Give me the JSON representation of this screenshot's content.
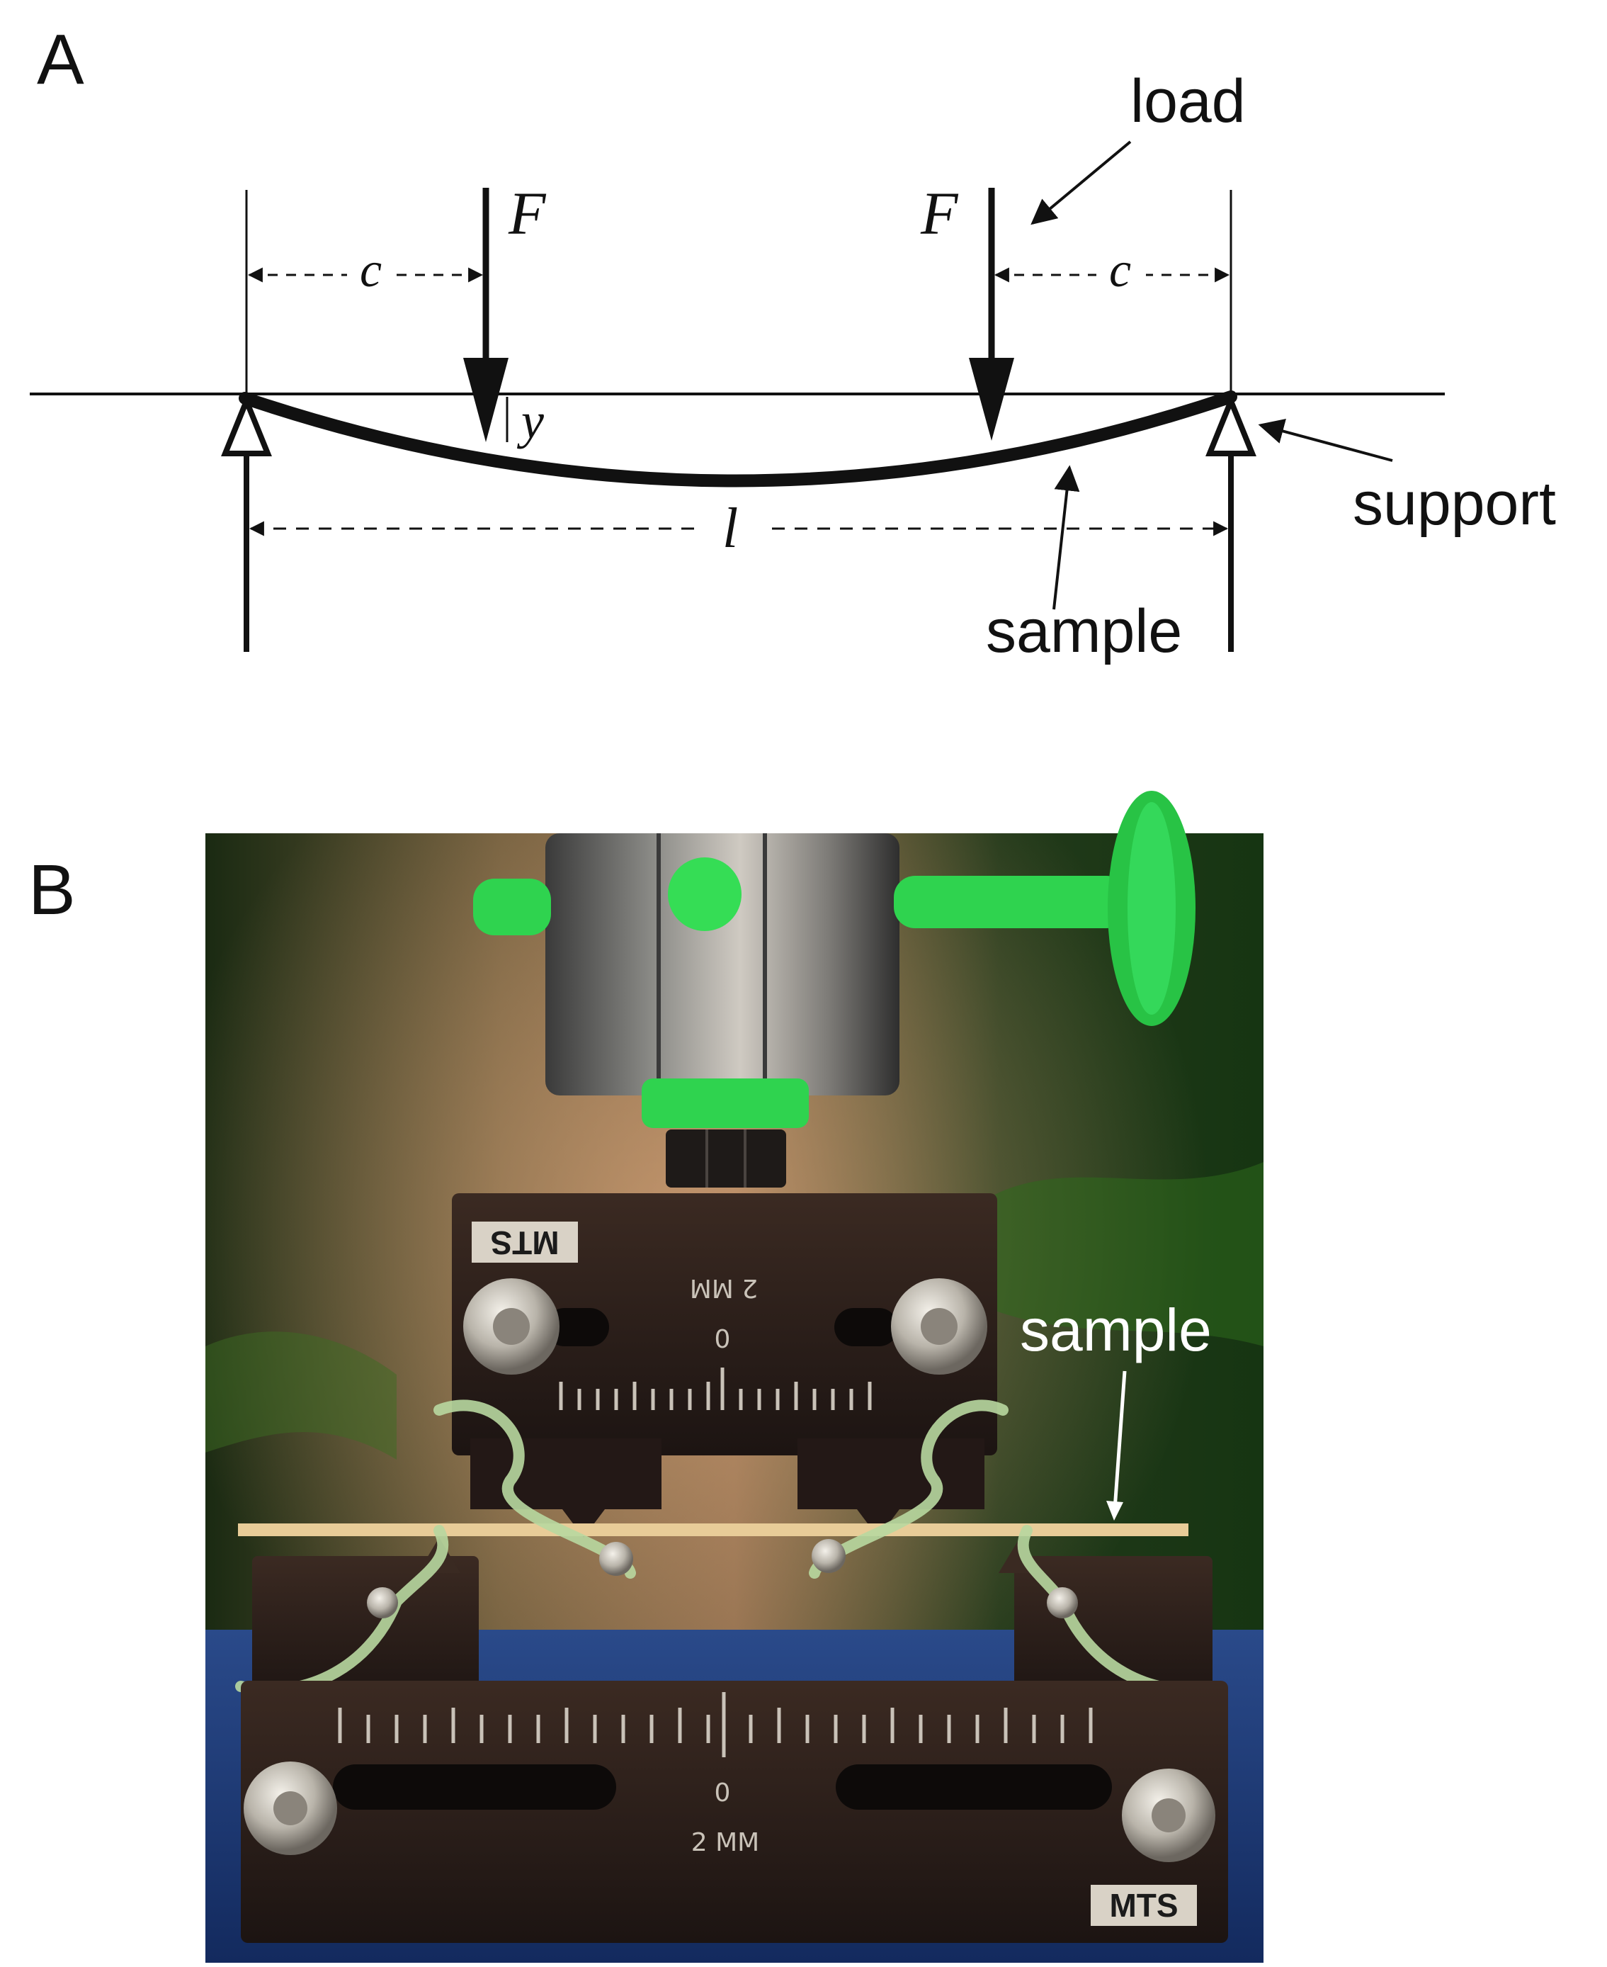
{
  "panel_a": {
    "letter": "A",
    "labels": {
      "load": "load",
      "support": "support",
      "sample": "sample"
    },
    "variables": {
      "force": "F",
      "offset": "c",
      "deflection": "y",
      "span": "l"
    }
  },
  "panel_b": {
    "letter": "B",
    "labels": {
      "sample": "sample"
    },
    "fixture": {
      "upper_scale_zero": "0",
      "upper_scale_unit": "2 MM",
      "lower_scale_zero": "0",
      "lower_scale_unit": "2 MM",
      "brand_upper": "MTS",
      "brand_lower": "MTS"
    }
  },
  "colors": {
    "ink": "#111111",
    "fixture_green": "#2fd34f",
    "fixture_block": "#2a1e1a",
    "rubber_band": "#b8d8a0",
    "table_blue": "#1f3b78",
    "label_on_photo": "#ffffff"
  }
}
